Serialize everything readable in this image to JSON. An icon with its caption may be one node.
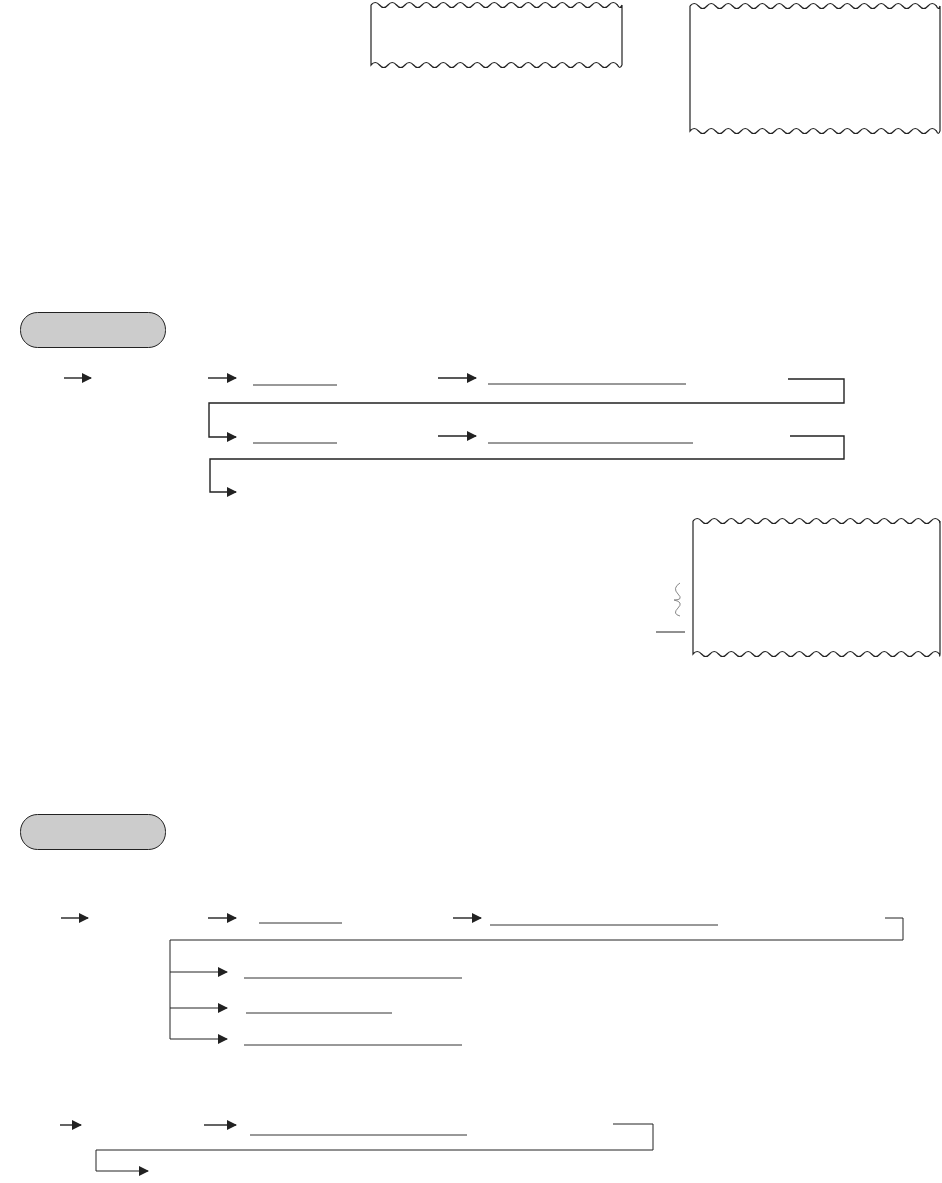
{
  "diagram": {
    "nodes": [
      {
        "text": [],
        "shape": "receipt"
      },
      {
        "text": [],
        "shape": "receipt"
      },
      {
        "text": [],
        "shape": "box"
      },
      {
        "text": [],
        "shape": "receipt"
      },
      {
        "text": [],
        "shape": "box"
      }
    ]
  }
}
